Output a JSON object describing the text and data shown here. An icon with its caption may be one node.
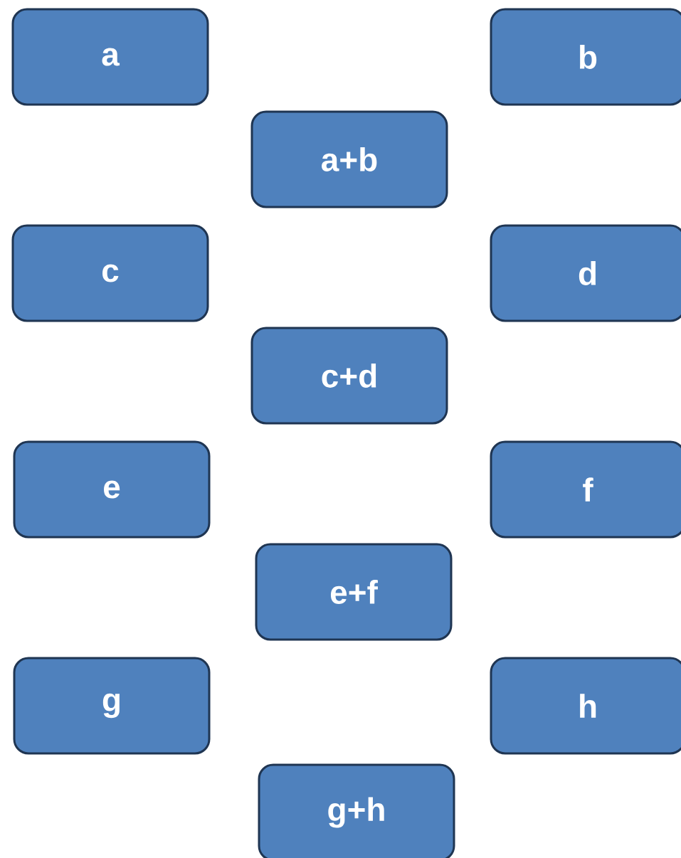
{
  "diagram": {
    "nodes": [
      {
        "text": [
          "a"
        ]
      },
      {
        "text": [
          "b"
        ]
      },
      {
        "text": [
          "a+b"
        ]
      },
      {
        "text": [
          "c"
        ]
      },
      {
        "text": [
          "d"
        ]
      },
      {
        "text": [
          "c+d"
        ]
      },
      {
        "text": [
          "e"
        ]
      },
      {
        "text": [
          "f"
        ]
      },
      {
        "text": [
          "e+f"
        ]
      },
      {
        "text": [
          "g"
        ]
      },
      {
        "text": [
          "h"
        ]
      },
      {
        "text": [
          "g+h"
        ]
      }
    ]
  }
}
